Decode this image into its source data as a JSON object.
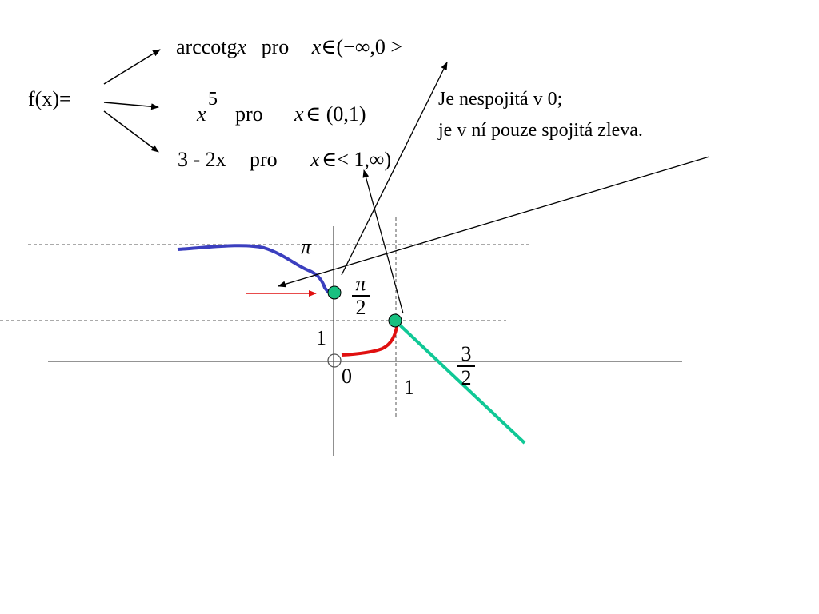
{
  "definition": {
    "lhs": "f(x)=",
    "case1": {
      "func": "arccotg",
      "var": "x",
      "pro": "pro",
      "var2": "x",
      "interval": "∈(−∞,0 >"
    },
    "case2": {
      "base": "x",
      "exponent": "5",
      "pro": "pro",
      "var2": "x",
      "interval": "∈ (0,1)"
    },
    "case3": {
      "expr": "3 - 2x",
      "pro": "pro",
      "var2": "x",
      "interval": "∈< 1,∞)"
    }
  },
  "note": {
    "line1": "Je nespojitá  v 0;",
    "line2": "je v ní pouze spojitá  zleva."
  },
  "graph_labels": {
    "pi": "π",
    "pi_half_num": "π",
    "pi_half_den": "2",
    "one_y": "1",
    "zero": "0",
    "one_x": "1",
    "three_half_num": "3",
    "three_half_den": "2"
  },
  "colors": {
    "arccotg_curve": "#3b3fbf",
    "power_curve": "#e01010",
    "linear_curve": "#10c896",
    "point_fill": "#18c080",
    "arrow_red": "#e01010",
    "axis": "#555555"
  }
}
